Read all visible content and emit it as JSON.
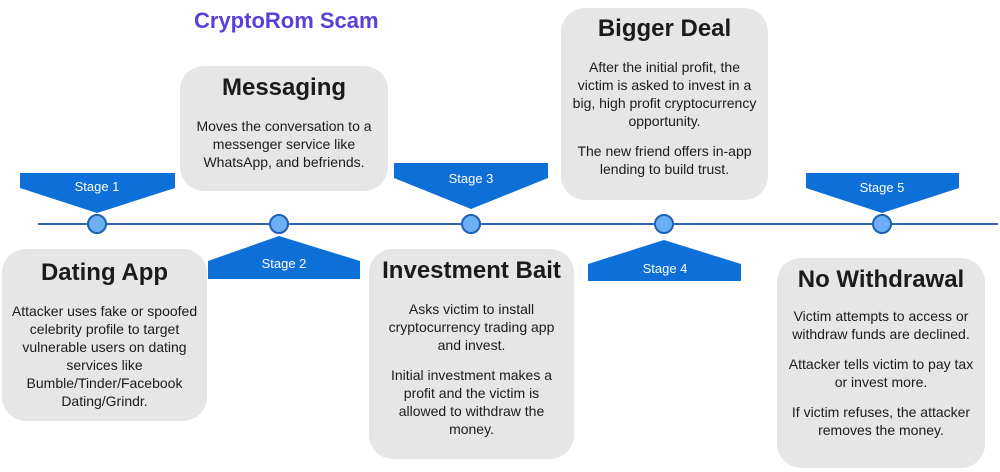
{
  "title": "CryptoRom Scam",
  "colors": {
    "title": "#5b3fd8",
    "pennant": "#0d6fd8",
    "dot_fill": "#6ab0f2",
    "dot_stroke": "#1f5fb5",
    "line": "#2f66b3",
    "card": "#e6e6e6"
  },
  "stages": [
    {
      "label": "Stage 1",
      "heading": "Dating App",
      "paragraphs": [
        "Attacker uses fake or spoofed celebrity profile to target vulnerable users on dating services like Bumble/Tinder/Facebook Dating/Grindr."
      ]
    },
    {
      "label": "Stage 2",
      "heading": "Messaging",
      "paragraphs": [
        "Moves the conversation to a messenger service like WhatsApp, and befriends."
      ]
    },
    {
      "label": "Stage 3",
      "heading": "Investment Bait",
      "paragraphs": [
        "Asks victim to install cryptocurrency trading app and invest.",
        "Initial investment makes a profit and the victim is allowed to withdraw the money."
      ]
    },
    {
      "label": "Stage 4",
      "heading": "Bigger Deal",
      "paragraphs": [
        "After the initial profit, the victim is asked to invest in a big, high profit cryptocurrency opportunity.",
        "The new friend offers in-app lending to build trust."
      ]
    },
    {
      "label": "Stage 5",
      "heading": "No Withdrawal",
      "paragraphs": [
        "Victim attempts to access or withdraw funds are declined.",
        "Attacker tells victim to pay tax or invest more.",
        "If victim refuses, the attacker removes the money."
      ]
    }
  ]
}
